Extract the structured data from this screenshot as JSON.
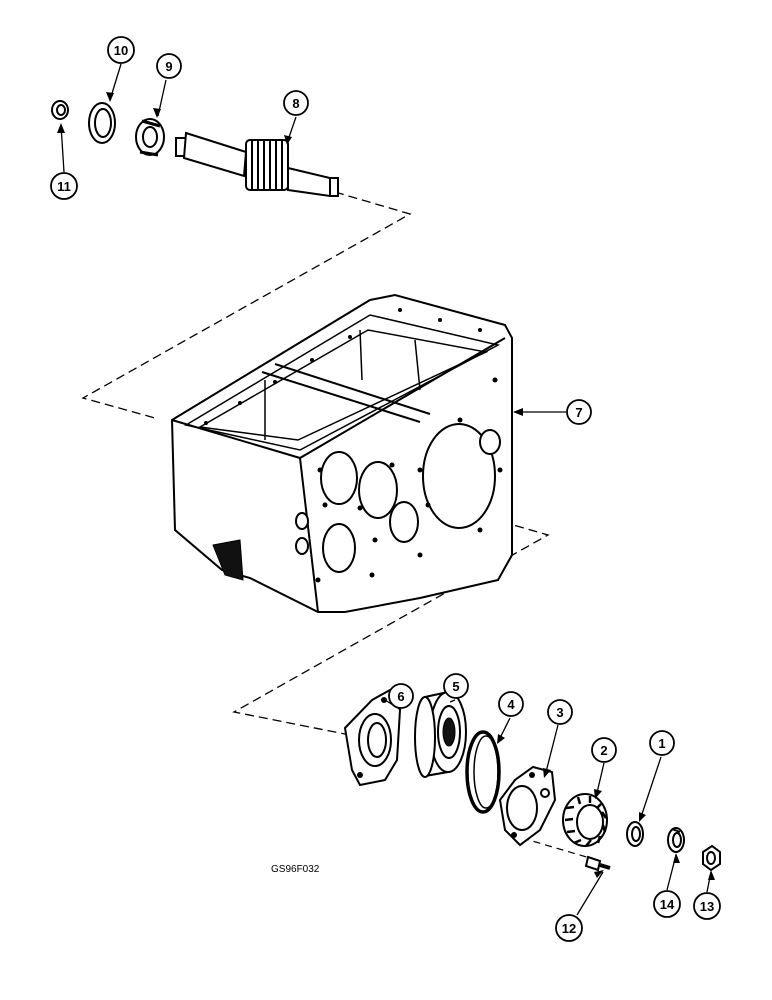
{
  "figure_ref": "GS96F032",
  "callouts": [
    {
      "id": "c1",
      "label": "1"
    },
    {
      "id": "c2",
      "label": "2"
    },
    {
      "id": "c3",
      "label": "3"
    },
    {
      "id": "c4",
      "label": "4"
    },
    {
      "id": "c5",
      "label": "5"
    },
    {
      "id": "c6",
      "label": "6"
    },
    {
      "id": "c7",
      "label": "7"
    },
    {
      "id": "c8",
      "label": "8"
    },
    {
      "id": "c9",
      "label": "9"
    },
    {
      "id": "c10",
      "label": "10"
    },
    {
      "id": "c11",
      "label": "11"
    },
    {
      "id": "c12",
      "label": "12"
    },
    {
      "id": "c13",
      "label": "13"
    },
    {
      "id": "c14",
      "label": "14"
    }
  ]
}
